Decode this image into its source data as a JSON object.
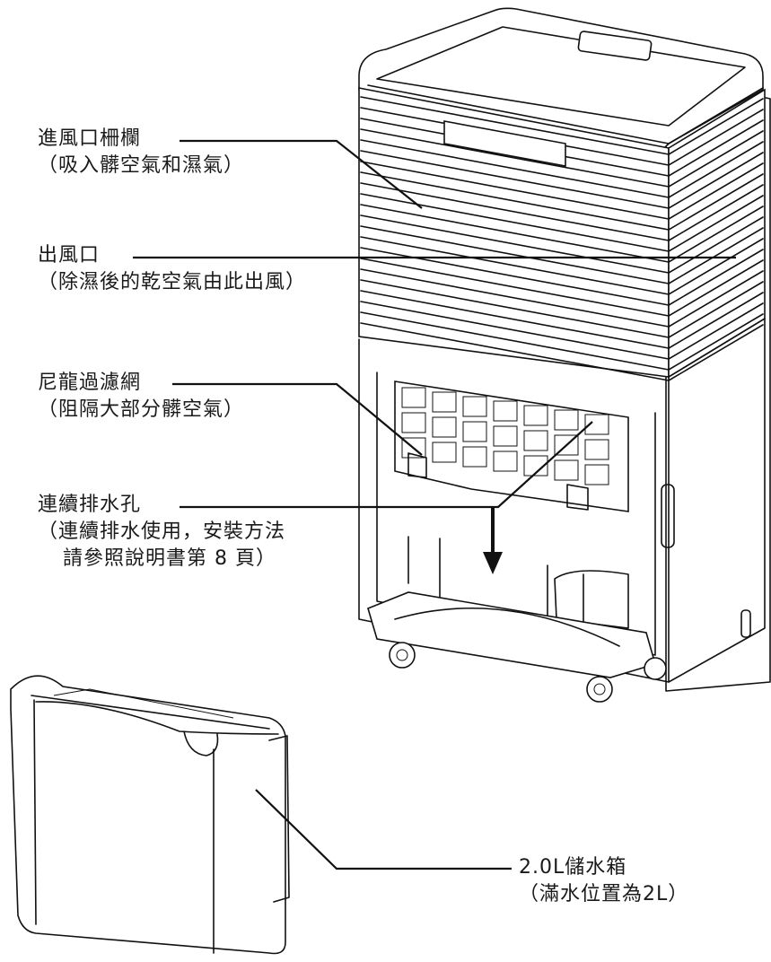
{
  "callouts": [
    {
      "id": "intake-grille",
      "title": "進風口柵欄",
      "detail": "（吸入髒空氣和濕氣）"
    },
    {
      "id": "air-outlet",
      "title": "出風口",
      "detail": "（除濕後的乾空氣由此出風）"
    },
    {
      "id": "nylon-filter",
      "title": "尼龍過濾網",
      "detail": "（阻隔大部分髒空氣）"
    },
    {
      "id": "drain-hole",
      "title": "連續排水孔",
      "detail": "（連續排水使用，安裝方法",
      "detail2": "請參照說明書第 8 頁）"
    },
    {
      "id": "water-tank",
      "title": "2.0L儲水箱",
      "detail": "（滿水位置為2L）"
    }
  ]
}
